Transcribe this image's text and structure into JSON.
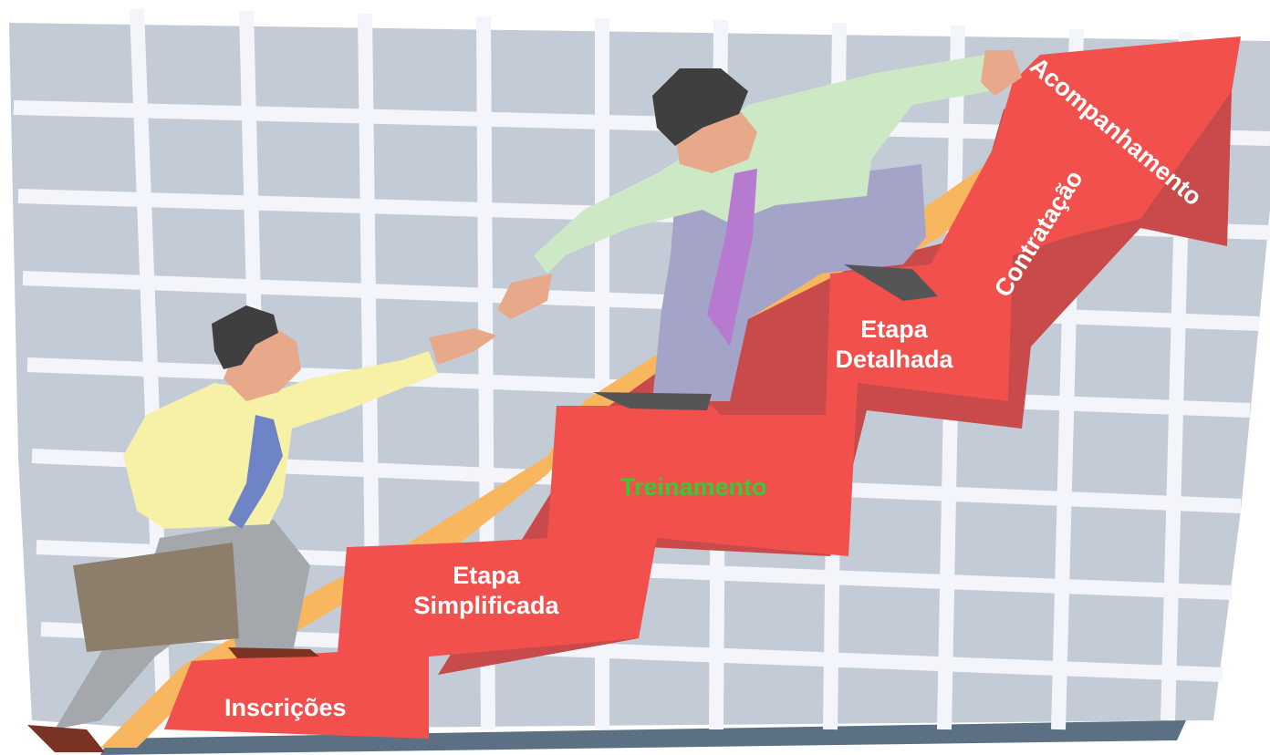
{
  "colors": {
    "grid_bg": "#c3ccd6",
    "grid_line": "#f4f5fb",
    "stair_front": "#f1504d",
    "stair_side": "#c84a4a",
    "stair_edge": "#f8b75f",
    "label_default": "#ffffff",
    "label_highlight": "#33cc33"
  },
  "steps": {
    "inscricoes": "Inscrições",
    "simplificada_line1": "Etapa",
    "simplificada_line2": "Simplificada",
    "treinamento": "Treinamento",
    "detalhada_line1": "Etapa",
    "detalhada_line2": "Detalhada",
    "contratacao": "Contratação",
    "acompanhamento": "Acompanhamento"
  }
}
